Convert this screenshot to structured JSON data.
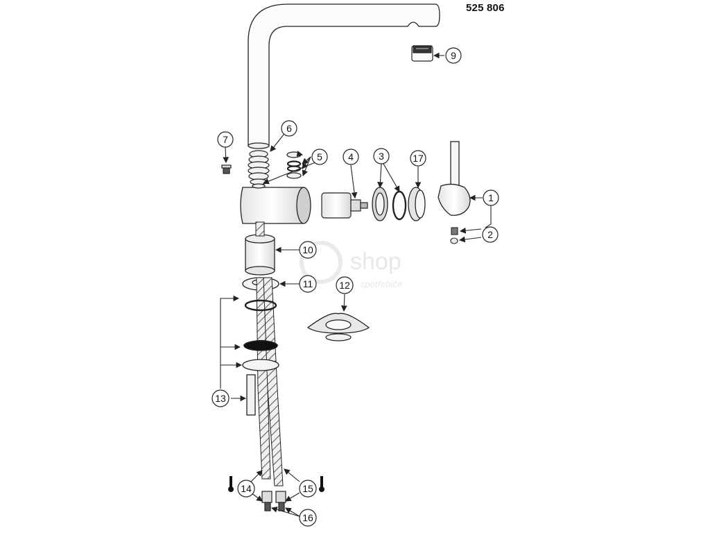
{
  "drawing_code": "525 806",
  "watermark": {
    "line1": "shop",
    "line2": "spotřebiče"
  },
  "callouts": [
    {
      "id": "c1",
      "label": "1"
    },
    {
      "id": "c2",
      "label": "2"
    },
    {
      "id": "c3",
      "label": "3"
    },
    {
      "id": "c4",
      "label": "4"
    },
    {
      "id": "c5",
      "label": "5"
    },
    {
      "id": "c6",
      "label": "6"
    },
    {
      "id": "c7",
      "label": "7"
    },
    {
      "id": "c9",
      "label": "9"
    },
    {
      "id": "c10",
      "label": "10"
    },
    {
      "id": "c11",
      "label": "11"
    },
    {
      "id": "c12",
      "label": "12"
    },
    {
      "id": "c13",
      "label": "13"
    },
    {
      "id": "c14",
      "label": "14"
    },
    {
      "id": "c15",
      "label": "15"
    },
    {
      "id": "c16",
      "label": "16"
    },
    {
      "id": "c17",
      "label": "17"
    }
  ],
  "colors": {
    "line": "#222222",
    "part_fill": "#f4f4f4",
    "shade": "#d6d6d6",
    "watermark": "#e6e6e6"
  }
}
